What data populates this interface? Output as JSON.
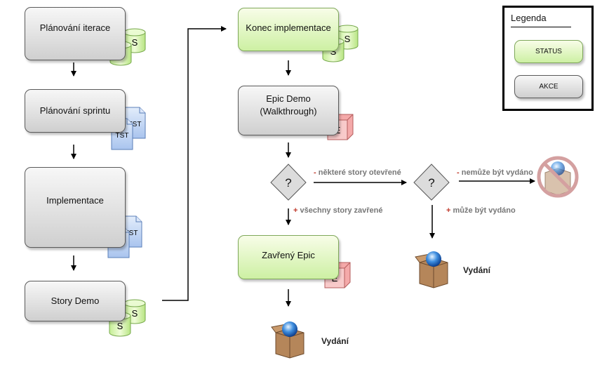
{
  "nodes": {
    "planovani_iterace": "Plánování iterace",
    "planovani_sprintu": "Plánování sprintu",
    "implementace": "Implementace",
    "story_demo": "Story Demo",
    "konec_implementace": "Konec implementace",
    "epic_demo": "Epic Demo\n(Walkthrough)",
    "zavreny_epic": "Zavřený Epic"
  },
  "badges": {
    "story": "S",
    "test": "TST",
    "epic": "E"
  },
  "decisions": {
    "symbol": "?"
  },
  "edge_labels": {
    "some_open_sign": "-",
    "some_open": "některé story otevřené",
    "all_closed_sign": "+",
    "all_closed": "všechny story zavřené",
    "cannot_release_sign": "-",
    "cannot_release": "nemůže být vydáno",
    "can_release_sign": "+",
    "can_release": "může být vydáno"
  },
  "release": {
    "label_1": "Vydání",
    "label_2": "Vydání"
  },
  "legend": {
    "title": "Legenda",
    "status": "STATUS",
    "action": "AKCE"
  },
  "colors": {
    "action_fill": "#d9d9d9",
    "status_fill": "#d8f5b4",
    "story_cylinder": "#dcf7b8",
    "test_doc": "#c6d9f5",
    "epic_cube": "#f6b8b8",
    "edge_sign": "#c0392b",
    "edge_label": "#777777"
  },
  "icons": [
    "story-cylinder-icon",
    "test-document-icon",
    "epic-cube-icon",
    "decision-diamond",
    "release-box-icon",
    "no-release-icon"
  ]
}
